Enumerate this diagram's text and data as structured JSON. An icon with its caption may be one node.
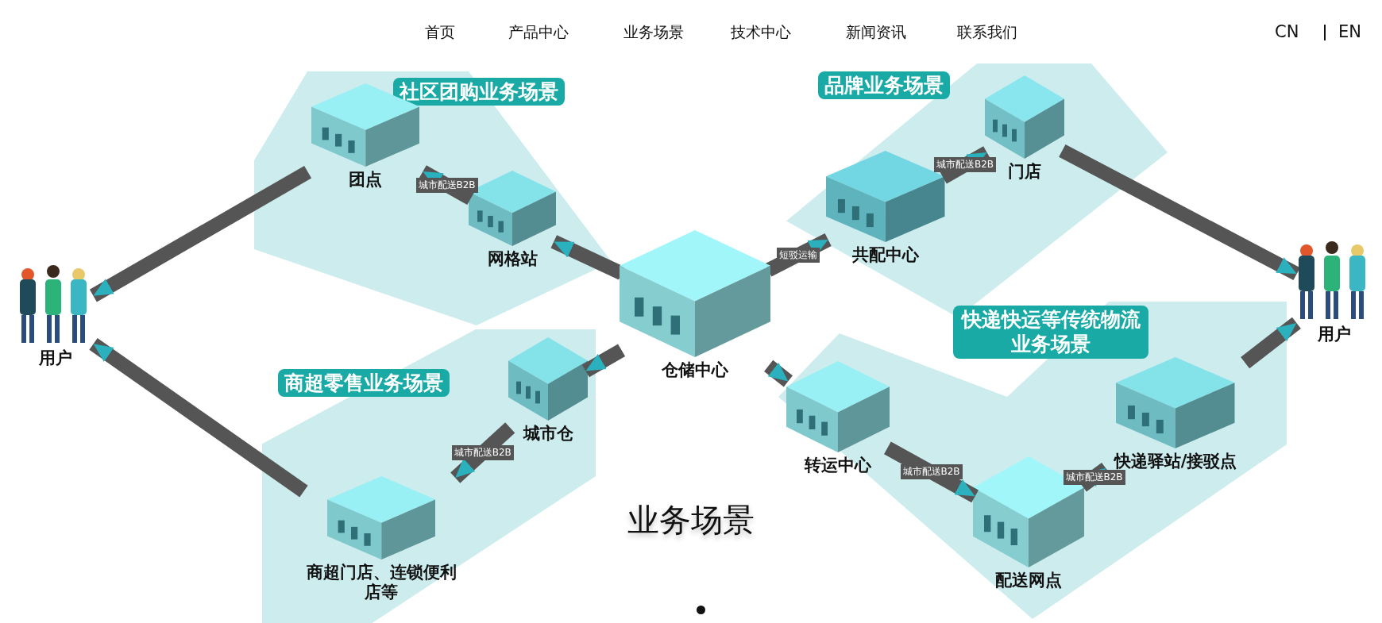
{
  "diagram": {
    "title": "业务场景",
    "nodes": [
      {
        "text": [
          "用户"
        ]
      },
      {
        "text": [
          "社区团购业务场景"
        ]
      },
      {
        "text": [
          "团点"
        ],
        "in": 1
      },
      {
        "text": [
          "网格站"
        ],
        "in": 1
      },
      {
        "text": [
          "仓储中心"
        ]
      },
      {
        "text": [
          "品牌业务场景"
        ]
      },
      {
        "text": [
          "共配中心"
        ],
        "in": 5
      },
      {
        "text": [
          "门店"
        ],
        "in": 5
      },
      {
        "text": [
          "用户"
        ]
      },
      {
        "text": [
          "商超零售业务场景"
        ]
      },
      {
        "text": [
          "城市仓"
        ],
        "in": 9
      },
      {
        "text": [
          "商超门店、连锁便利店等"
        ],
        "in": 9
      },
      {
        "text": [
          "快递快运等传统物流业务场景"
        ]
      },
      {
        "text": [
          "转运中心"
        ],
        "in": 12
      },
      {
        "text": [
          "配送网点"
        ],
        "in": 12
      },
      {
        "text": [
          "快递驿站/接驳点"
        ],
        "in": 12
      }
    ],
    "edges": [
      {
        "from": 4,
        "to": 3,
        "arrow": "to"
      },
      {
        "from": 3,
        "to": 2,
        "arrow": "to",
        "label": "城市配送B2B"
      },
      {
        "from": 2,
        "to": 0,
        "arrow": "to"
      },
      {
        "from": 4,
        "to": 6,
        "arrow": "to",
        "label": "短驳运输"
      },
      {
        "from": 6,
        "to": 7,
        "arrow": "to",
        "label": "城市配送B2B"
      },
      {
        "from": 7,
        "to": 8,
        "arrow": "to"
      },
      {
        "from": 4,
        "to": 10,
        "arrow": "to"
      },
      {
        "from": 10,
        "to": 11,
        "arrow": "to",
        "label": "城市配送B2B"
      },
      {
        "from": 11,
        "to": 0,
        "arrow": "to"
      },
      {
        "from": 4,
        "to": 13,
        "arrow": "to"
      },
      {
        "from": 13,
        "to": 14,
        "arrow": "to",
        "label": "城市配送B2B"
      },
      {
        "from": 14,
        "to": 15,
        "arrow": "to",
        "label": "城市配送B2B"
      },
      {
        "from": 15,
        "to": 8,
        "arrow": "to"
      }
    ],
    "labels": [
      "首页",
      "产品中心",
      "业务场景",
      "技术中心",
      "新闻资讯",
      "联系我们",
      "CN",
      "EN"
    ]
  }
}
